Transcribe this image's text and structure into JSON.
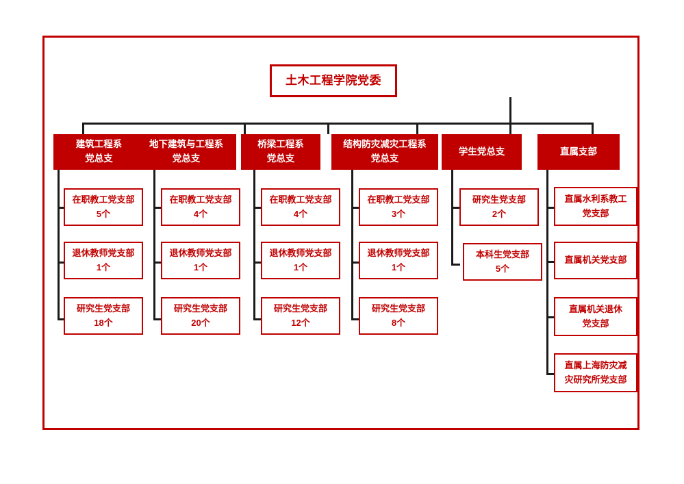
{
  "diagram": {
    "title_root": "土木工程学院党委",
    "colors": {
      "primary_red": "#C00000",
      "connector_black": "#1A1A1A",
      "box_white": "#FFFFFF"
    },
    "root": {
      "label": "土木工程学院党委"
    },
    "departments": [
      {
        "id": "dept-architecture",
        "line1": "建筑工程系",
        "line2": "党总支",
        "children": [
          {
            "name": "在职教工党支部",
            "count": "5个"
          },
          {
            "name": "退休教师党支部",
            "count": "1个"
          },
          {
            "name": "研究生党支部",
            "count": "18个"
          }
        ]
      },
      {
        "id": "dept-underground",
        "line1": "地下建筑与工程系",
        "line2": "党总支",
        "children": [
          {
            "name": "在职教工党支部",
            "count": "4个"
          },
          {
            "name": "退休教师党支部",
            "count": "1个"
          },
          {
            "name": "研究生党支部",
            "count": "20个"
          }
        ]
      },
      {
        "id": "dept-bridge",
        "line1": "桥梁工程系",
        "line2": "党总支",
        "children": [
          {
            "name": "在职教工党支部",
            "count": "4个"
          },
          {
            "name": "退休教师党支部",
            "count": "1个"
          },
          {
            "name": "研究生党支部",
            "count": "12个"
          }
        ]
      },
      {
        "id": "dept-disaster",
        "line1": "结构防灾减灾工程系",
        "line2": "党总支",
        "children": [
          {
            "name": "在职教工党支部",
            "count": "3个"
          },
          {
            "name": "退休教师党支部",
            "count": "1个"
          },
          {
            "name": "研究生党支部",
            "count": "8个"
          }
        ]
      },
      {
        "id": "dept-student",
        "line1": "学生党总支",
        "line2": "",
        "children": [
          {
            "name": "研究生党支部",
            "count": "2个"
          },
          {
            "name": "本科生党支部",
            "count": "5个"
          }
        ]
      },
      {
        "id": "dept-direct",
        "line1": "直属支部",
        "line2": "",
        "children": [
          {
            "name": "直属水利系教工",
            "name2": "党支部",
            "count": ""
          },
          {
            "name": "直属机关党支部",
            "count": ""
          },
          {
            "name": "直属机关退休",
            "name2": "党支部",
            "count": ""
          },
          {
            "name": "直属上海防灾减",
            "name2": "灾研究所党支部",
            "count": ""
          }
        ]
      }
    ]
  }
}
